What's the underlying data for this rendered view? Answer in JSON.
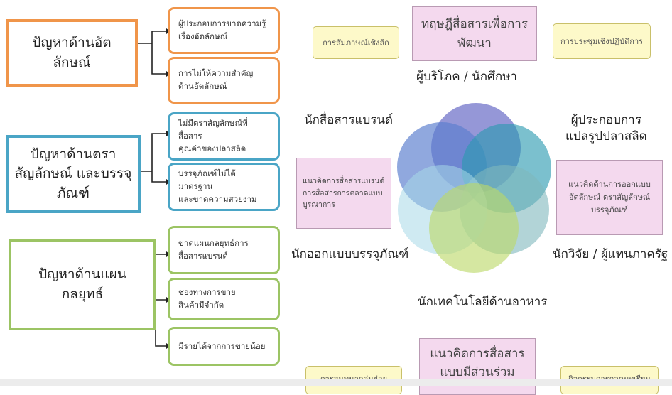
{
  "problems": [
    {
      "title": "ปัญหาด้านอัตลักษณ์",
      "items": [
        "ผู้ประกอบการขาดความรู้\nเรื่องอัตลักษณ์",
        "การไม่ให้ความสำคัญ\nด้านอัตลักษณ์"
      ]
    },
    {
      "title": "ปัญหาด้านตรา\nสัญลักษณ์ และบรรจุ\nภัณฑ์",
      "items": [
        "ไม่มีตราสัญลักษณ์ที่สื่อสาร\nคุณค่าของปลาสลิด",
        "บรรจุภัณฑ์ไม่ได้มาตรฐาน\nและขาดความสวยงาม"
      ]
    },
    {
      "title": "ปัญหาด้านแผน\nกลยุทธ์",
      "items": [
        "ขาดแผนกลยุทธ์การ\nสื่อสารแบรนด์",
        "ช่องทางการขาย\nสินค้ามีจำกัด",
        "มีรายได้จากการขายน้อย"
      ]
    }
  ],
  "framework": {
    "theory_box": "ทฤษฎีสื่อสารเพื่อการ\nพัฒนา",
    "left_top_note": "การสัมภาษณ์เชิงลึก",
    "right_top_note": "การประชุมเชิงปฏิบัติการ",
    "left_concept": "แนวคิดการสื่อสารแบรนด์\nการสื่อสารการตลาดแบบ\nบูรณาการ",
    "right_concept": "แนวคิดด้านการออกแบบ\nอัตลักษณ์ ตราสัญลักษณ์\nบรรจุภัณฑ์",
    "bottom_concept": "แนวคิดการสื่อสาร\nแบบมีส่วนร่วม",
    "bottom_left_note": "การสนทนากลุ่มย่อย",
    "bottom_right_note": "กิจกรรมการถอดบทเรียน",
    "stakeholders": {
      "top": "ผู้บริโภค / นักศึกษา",
      "upper_left": "นักสื่อสารแบรนด์",
      "upper_right": "ผู้ประกอบการ\nแปลรูปปลาสลิด",
      "lower_left": "นักออกแบบบรรจุภัณฑ์",
      "lower_right": "นักวิจัย / ผู้แทนภาครัฐ",
      "bottom": "นักเทคโนโลยีด้านอาหาร"
    }
  },
  "colors": {
    "identity": "#f0954a",
    "branding": "#4aa5c6",
    "strategy": "#9cc464",
    "circles": [
      "#6c6fc7",
      "#5b7fce",
      "#2a9ab0",
      "#7fb8bd",
      "#a8d9e8",
      "#bcd868"
    ]
  }
}
